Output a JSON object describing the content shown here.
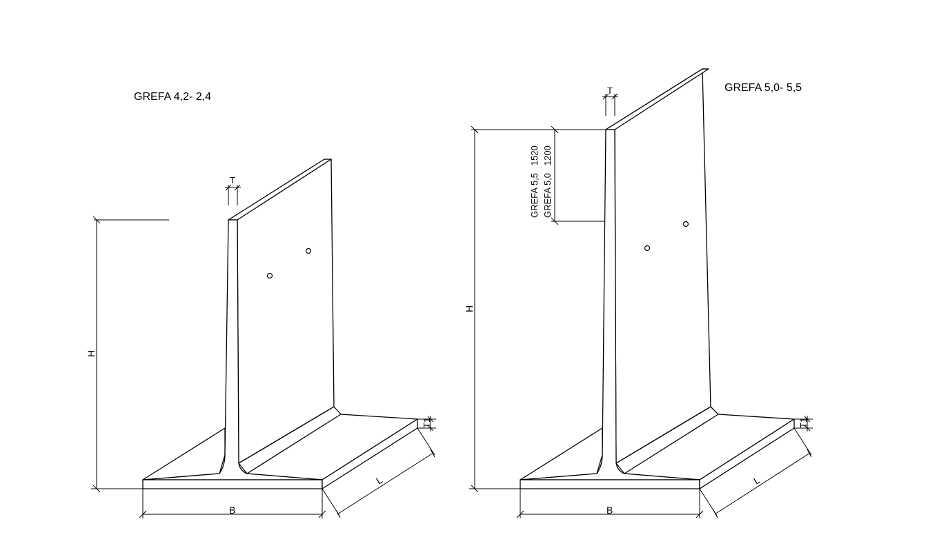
{
  "left_element": {
    "title": "GREFA 4,2- 2,4",
    "dim_h": "H",
    "dim_b": "B",
    "dim_l": "L",
    "dim_t": "T",
    "dim_t_base": "T1"
  },
  "right_element": {
    "title": "GREFA 5,0- 5,5",
    "dim_h": "H",
    "dim_b": "B",
    "dim_l": "L",
    "dim_t": "T",
    "dim_t_base": "T1",
    "note_55": "GREFA 5,5   1520",
    "note_50": "GREFA 5,0   1200"
  }
}
